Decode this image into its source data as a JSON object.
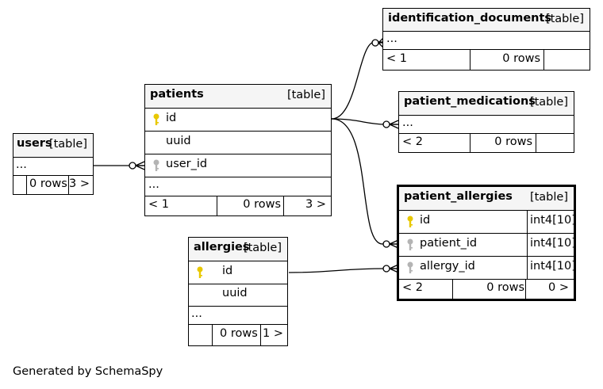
{
  "tables": {
    "identification_documents": {
      "name": "identification_documents",
      "type": "[table]",
      "ellipsis": "...",
      "parents": "< 1",
      "rows": "0 rows",
      "children": ""
    },
    "patient_medications": {
      "name": "patient_medications",
      "type": "[table]",
      "ellipsis": "...",
      "parents": "< 2",
      "rows": "0 rows",
      "children": ""
    },
    "patients": {
      "name": "patients",
      "type": "[table]",
      "columns": [
        "id",
        "uuid",
        "user_id"
      ],
      "ellipsis": "...",
      "parents": "< 1",
      "rows": "0 rows",
      "children": "3 >"
    },
    "users": {
      "name": "users",
      "type": "[table]",
      "ellipsis": "...",
      "parents": "",
      "rows": "0 rows",
      "children": "3 >"
    },
    "patient_allergies": {
      "name": "patient_allergies",
      "type": "[table]",
      "columns": [
        {
          "name": "id",
          "datatype": "int4[10]"
        },
        {
          "name": "patient_id",
          "datatype": "int4[10]"
        },
        {
          "name": "allergy_id",
          "datatype": "int4[10]"
        }
      ],
      "parents": "< 2",
      "rows": "0 rows",
      "children": "0 >"
    },
    "allergies": {
      "name": "allergies",
      "type": "[table]",
      "columns": [
        "id",
        "uuid"
      ],
      "ellipsis": "...",
      "parents": "",
      "rows": "0 rows",
      "children": "1 >"
    }
  },
  "key_colors": {
    "primary": "#e8c800",
    "foreign": "#b4b4b4"
  },
  "footer": "Generated by SchemaSpy"
}
